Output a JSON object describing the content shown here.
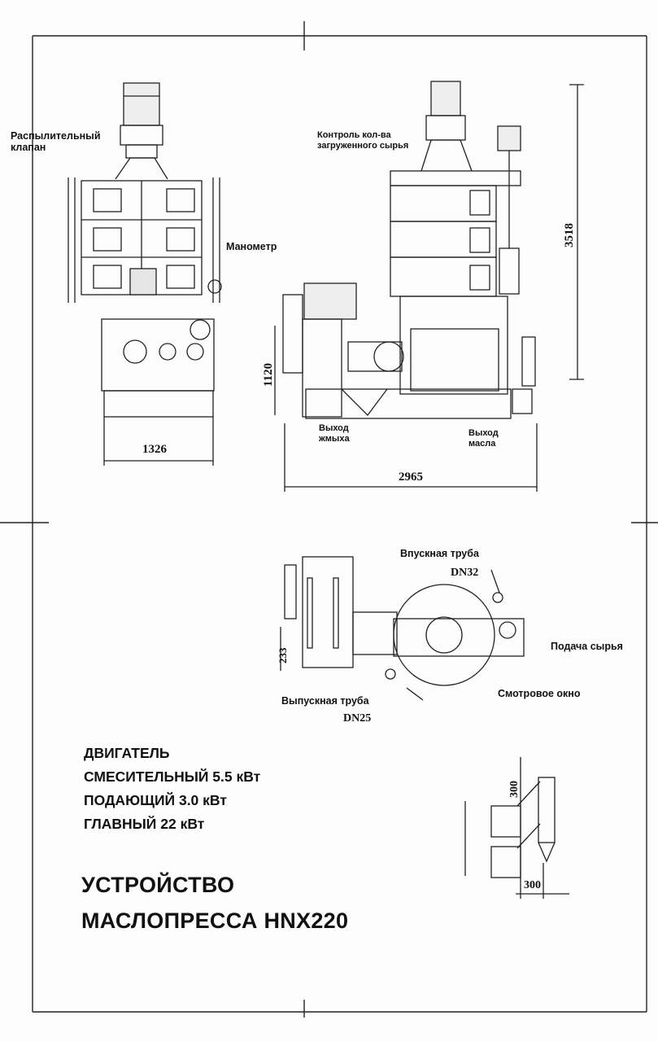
{
  "labels": {
    "spray_valve": [
      "Распылительный",
      "клапан"
    ],
    "manometer": "Манометр",
    "raw_control": [
      "Контроль кол-ва",
      "загруженного сырья"
    ],
    "cake_outlet": [
      "Выход",
      "жмыха"
    ],
    "oil_outlet": [
      "Выход",
      "масла"
    ],
    "inlet_pipe": "Впускная труба",
    "raw_feed": "Подача сырья",
    "outlet_pipe": "Выпускная труба",
    "sight_window": "Смотровое окно"
  },
  "dimensions": {
    "width_front": "1326",
    "width_side": "2965",
    "height_total": "3518",
    "height_base": "1120",
    "dn_inlet": "DN32",
    "dn_outlet": "DN25",
    "plan_offset": "233",
    "detail_v": "300",
    "detail_h": "300"
  },
  "motors": {
    "heading": "ДВИГАТЕЛЬ",
    "mixing": "СМЕСИТЕЛЬНЫЙ 5.5 кВт",
    "feeding": "ПОДАЮЩИЙ  3.0 кВт",
    "main": "ГЛАВНЫЙ 22 кВт"
  },
  "title": [
    "УСТРОЙСТВО",
    "МАСЛОПРЕССА HNX220"
  ]
}
